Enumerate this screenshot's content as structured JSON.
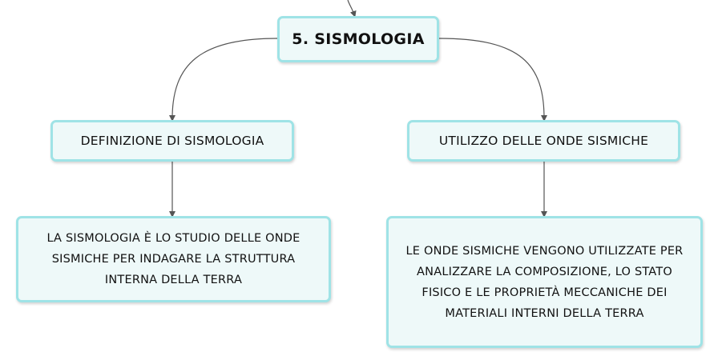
{
  "mindmap": {
    "root": {
      "label": "5. SISMOLOGIA"
    },
    "branches": [
      {
        "label": "DEFINIZIONE DI SISMOLOGIA",
        "detail": "LA SISMOLOGIA È LO STUDIO DELLE ONDE SISMICHE PER INDAGARE LA STRUTTURA INTERNA DELLA TERRA"
      },
      {
        "label": "UTILIZZO DELLE ONDE SISMICHE",
        "detail": "LE ONDE SISMICHE VENGONO UTILIZZATE PER ANALIZZARE LA COMPOSIZIONE, LO STATO FISICO E LE PROPRIETÀ MECCANICHE DEI MATERIALI INTERNI DELLA TERRA"
      }
    ]
  },
  "colors": {
    "node_border": "#9fe3e6",
    "node_fill": "#eef9f9",
    "connector": "#555555"
  }
}
